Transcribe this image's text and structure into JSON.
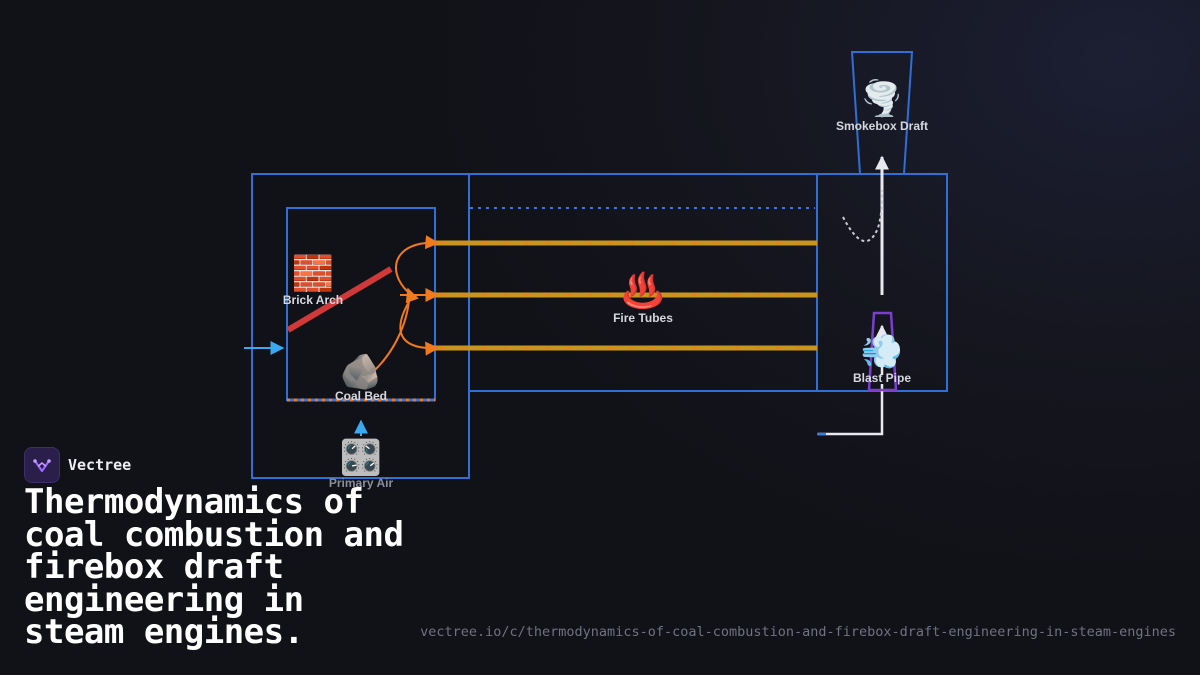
{
  "brand": {
    "name": "Vectree"
  },
  "title": "Thermodynamics of coal combustion and firebox draft engineering in steam engines.",
  "url": "vectree.io/c/thermodynamics-of-coal-combustion-and-firebox-draft-engineering-in-steam-engines",
  "diagram": {
    "nodes": {
      "brick_arch": {
        "label": "Brick Arch",
        "icon": "brick-icon",
        "glyph": "🧱"
      },
      "coal_bed": {
        "label": "Coal Bed",
        "icon": "rock-icon",
        "glyph": "🪨"
      },
      "primary_air": {
        "label": "Primary Air",
        "icon": "control-knobs-icon",
        "glyph": "🎛️"
      },
      "fire_tubes": {
        "label": "Fire Tubes",
        "icon": "hot-springs-icon",
        "glyph": "♨️"
      },
      "smokebox_draft": {
        "label": "Smokebox Draft",
        "icon": "tornado-icon",
        "glyph": "🌪️"
      },
      "blast_pipe": {
        "label": "Blast Pipe",
        "icon": "dash-icon",
        "glyph": "💨"
      }
    },
    "colors": {
      "frame": "#2f6fd6",
      "flame": "#f07a1e",
      "tube": "#c8961e",
      "arch": "#d0393a",
      "air": "#3aa9f0",
      "steam": "#e8e8ee",
      "nozzle": "#7b3fd0"
    }
  }
}
